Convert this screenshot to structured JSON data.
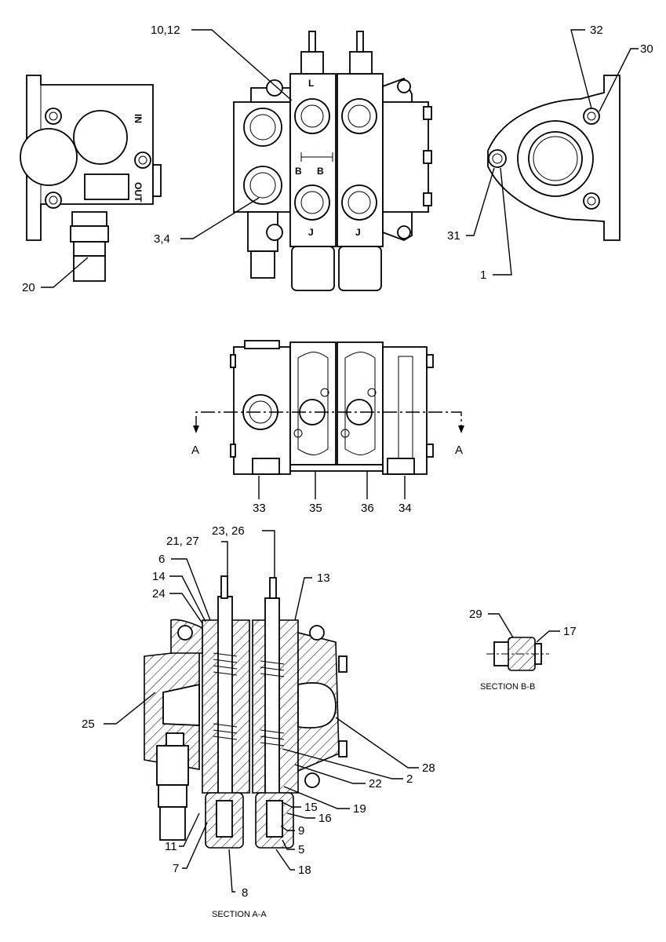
{
  "callouts": {
    "c10_12": "10,12",
    "c3_4": "3,4",
    "c20": "20",
    "c32": "32",
    "c30": "30",
    "c31": "31",
    "c1": "1",
    "c33": "33",
    "c35": "35",
    "c36": "36",
    "c34": "34",
    "c21_27": "21, 27",
    "c23_26": "23, 26",
    "c6": "6",
    "c14": "14",
    "c24": "24",
    "c13": "13",
    "c25": "25",
    "c28": "28",
    "c2": "2",
    "c22": "22",
    "c19": "19",
    "c15": "15",
    "c16": "16",
    "c9": "9",
    "c5": "5",
    "c18": "18",
    "c11": "11",
    "c7": "7",
    "c8": "8",
    "c29": "29",
    "c17": "17"
  },
  "section_markers": {
    "left": "A",
    "right": "A",
    "b_left": "B",
    "b_right": "B"
  },
  "port_marks": {
    "in": "IN",
    "out": "OUT",
    "l1": "L",
    "j1": "J",
    "j2": "J"
  },
  "captions": {
    "section_aa": "SECTION A-A",
    "section_bb": "SECTION B-B"
  }
}
